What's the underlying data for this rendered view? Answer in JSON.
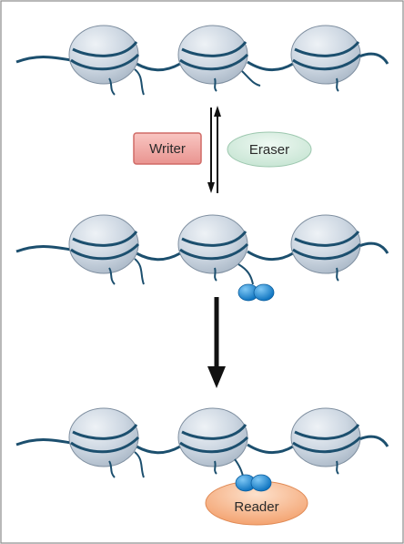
{
  "labels": {
    "writer": "Writer",
    "eraser": "Eraser",
    "reader": "Reader"
  },
  "colors": {
    "dna_strand": "#1c4f6e",
    "nucleosome_fill": "#c9d3de",
    "nucleosome_highlight": "#e8edf2",
    "mark_fill": "#1a8ed8",
    "writer_fill": "#f2a7a4",
    "writer_stroke": "#d06b67",
    "eraser_fill": "#d5ece0",
    "reader_fill": "#f7b48a",
    "frame_border": "#8a8a8a",
    "arrow": "#111111"
  }
}
